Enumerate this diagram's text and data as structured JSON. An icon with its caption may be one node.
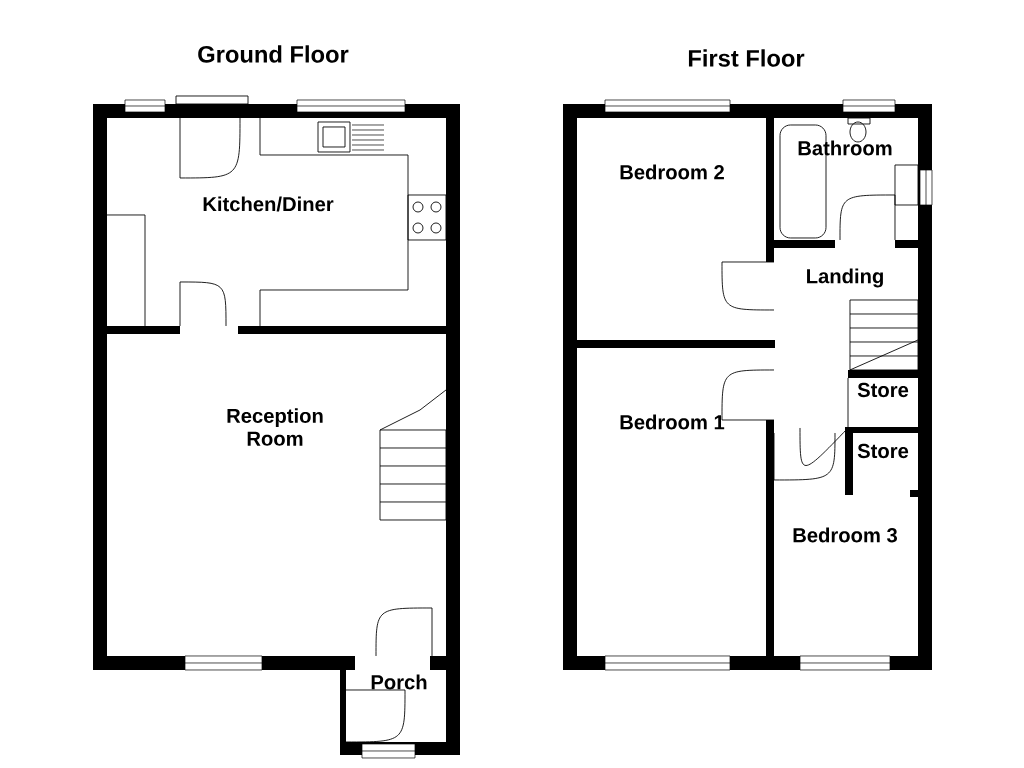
{
  "diagram": {
    "nodes": [
      {
        "text": [
          "Kitchen/Diner"
        ]
      },
      {
        "text": [
          "Reception Room"
        ]
      },
      {
        "text": [
          "Porch"
        ]
      },
      {
        "text": [
          "Bedroom 2"
        ]
      },
      {
        "text": [
          "Bathroom"
        ]
      },
      {
        "text": [
          "Landing"
        ]
      },
      {
        "text": [
          "Store"
        ]
      },
      {
        "text": [
          "Bedroom 1"
        ]
      },
      {
        "text": [
          "Store"
        ]
      },
      {
        "text": [
          "Bedroom 3"
        ]
      }
    ],
    "labels": [
      "Ground Floor",
      "First Floor"
    ]
  }
}
